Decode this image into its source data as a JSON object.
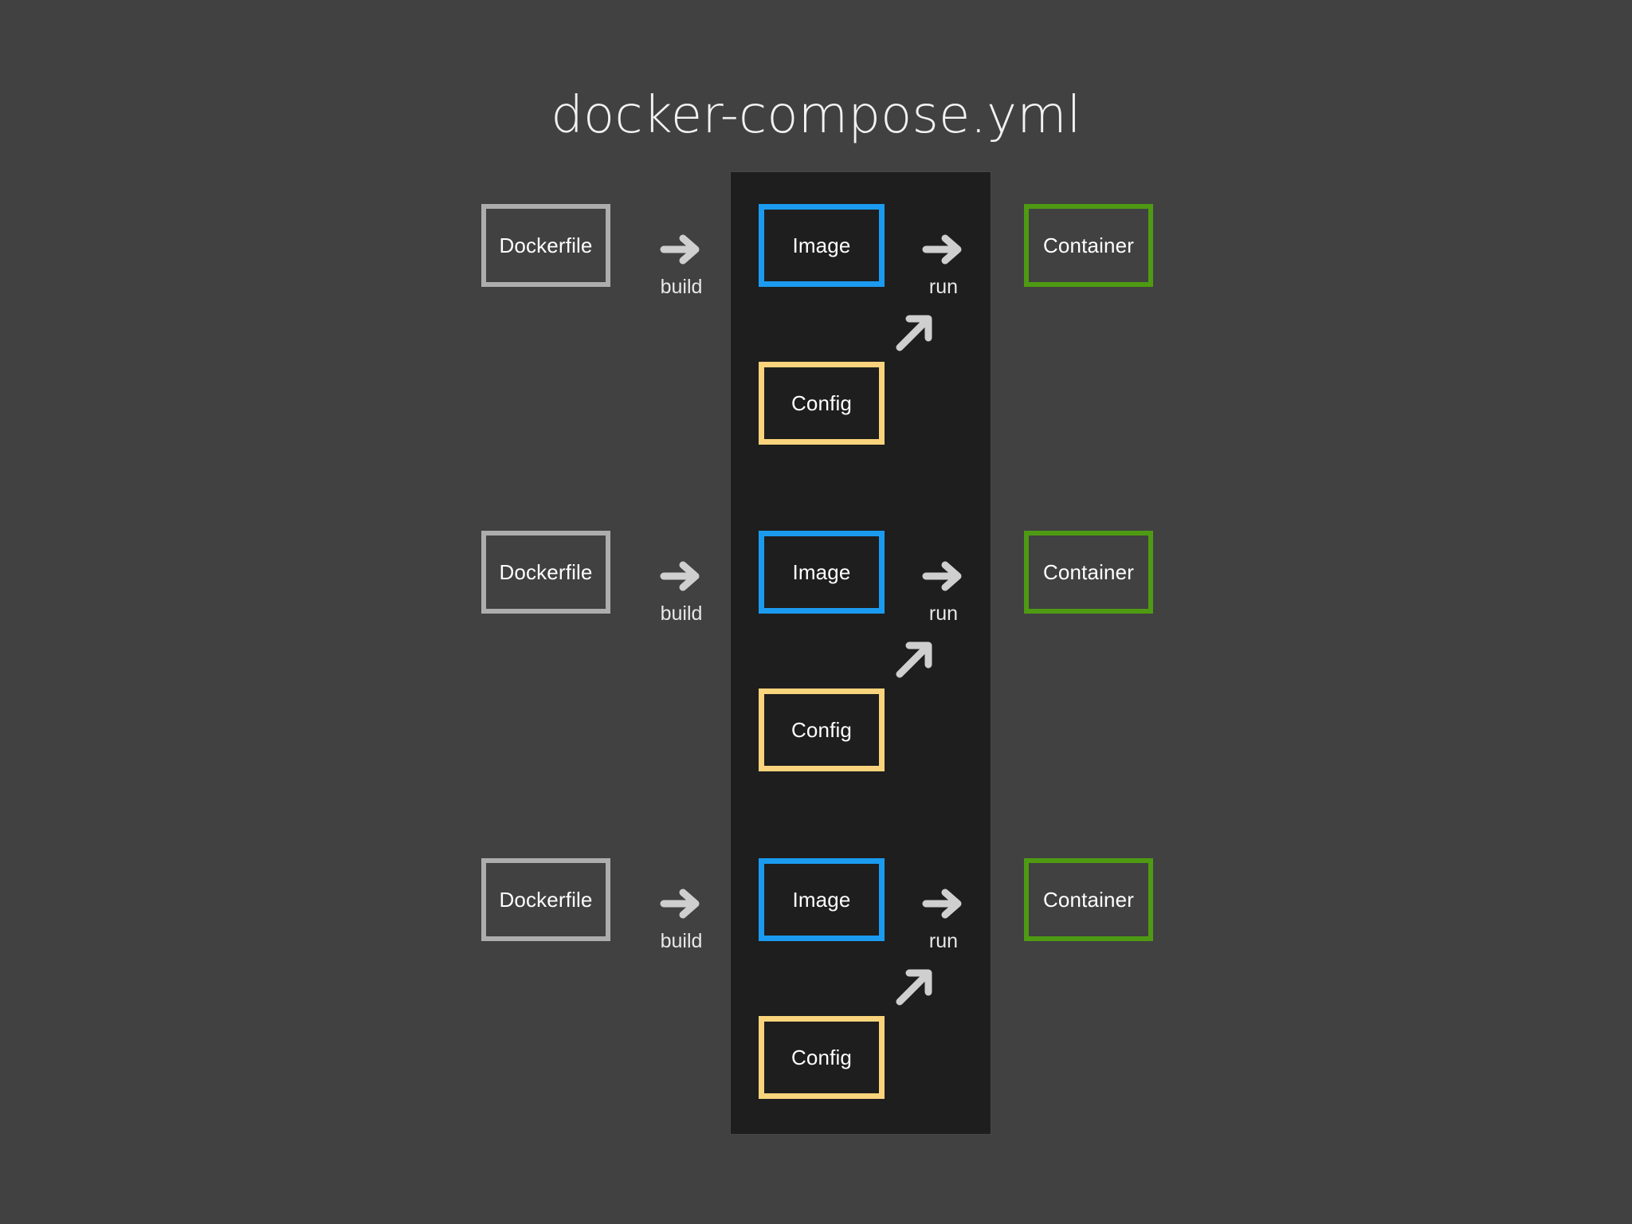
{
  "title": "docker-compose.yml",
  "colors": {
    "background": "#414141",
    "panel": "#1e1e1e",
    "dockerfile_border": "#adadad",
    "image_border": "#1b9bf0",
    "config_border": "#fad47c",
    "container_border": "#4f9a13",
    "arrow": "#cfcfcf",
    "text": "#ffffff"
  },
  "panel": {
    "name": "docker-compose-panel"
  },
  "rows": [
    {
      "dockerfile": {
        "label": "Dockerfile"
      },
      "build": {
        "label": "build",
        "icon": "arrow-right-icon"
      },
      "image": {
        "label": "Image"
      },
      "run": {
        "label": "run",
        "icon": "arrow-right-icon"
      },
      "container": {
        "label": "Container"
      },
      "config": {
        "label": "Config"
      },
      "config_link": {
        "icon": "arrow-up-right-icon"
      }
    },
    {
      "dockerfile": {
        "label": "Dockerfile"
      },
      "build": {
        "label": "build",
        "icon": "arrow-right-icon"
      },
      "image": {
        "label": "Image"
      },
      "run": {
        "label": "run",
        "icon": "arrow-right-icon"
      },
      "container": {
        "label": "Container"
      },
      "config": {
        "label": "Config"
      },
      "config_link": {
        "icon": "arrow-up-right-icon"
      }
    },
    {
      "dockerfile": {
        "label": "Dockerfile"
      },
      "build": {
        "label": "build",
        "icon": "arrow-right-icon"
      },
      "image": {
        "label": "Image"
      },
      "run": {
        "label": "run",
        "icon": "arrow-right-icon"
      },
      "container": {
        "label": "Container"
      },
      "config": {
        "label": "Config"
      },
      "config_link": {
        "icon": "arrow-up-right-icon"
      }
    }
  ]
}
